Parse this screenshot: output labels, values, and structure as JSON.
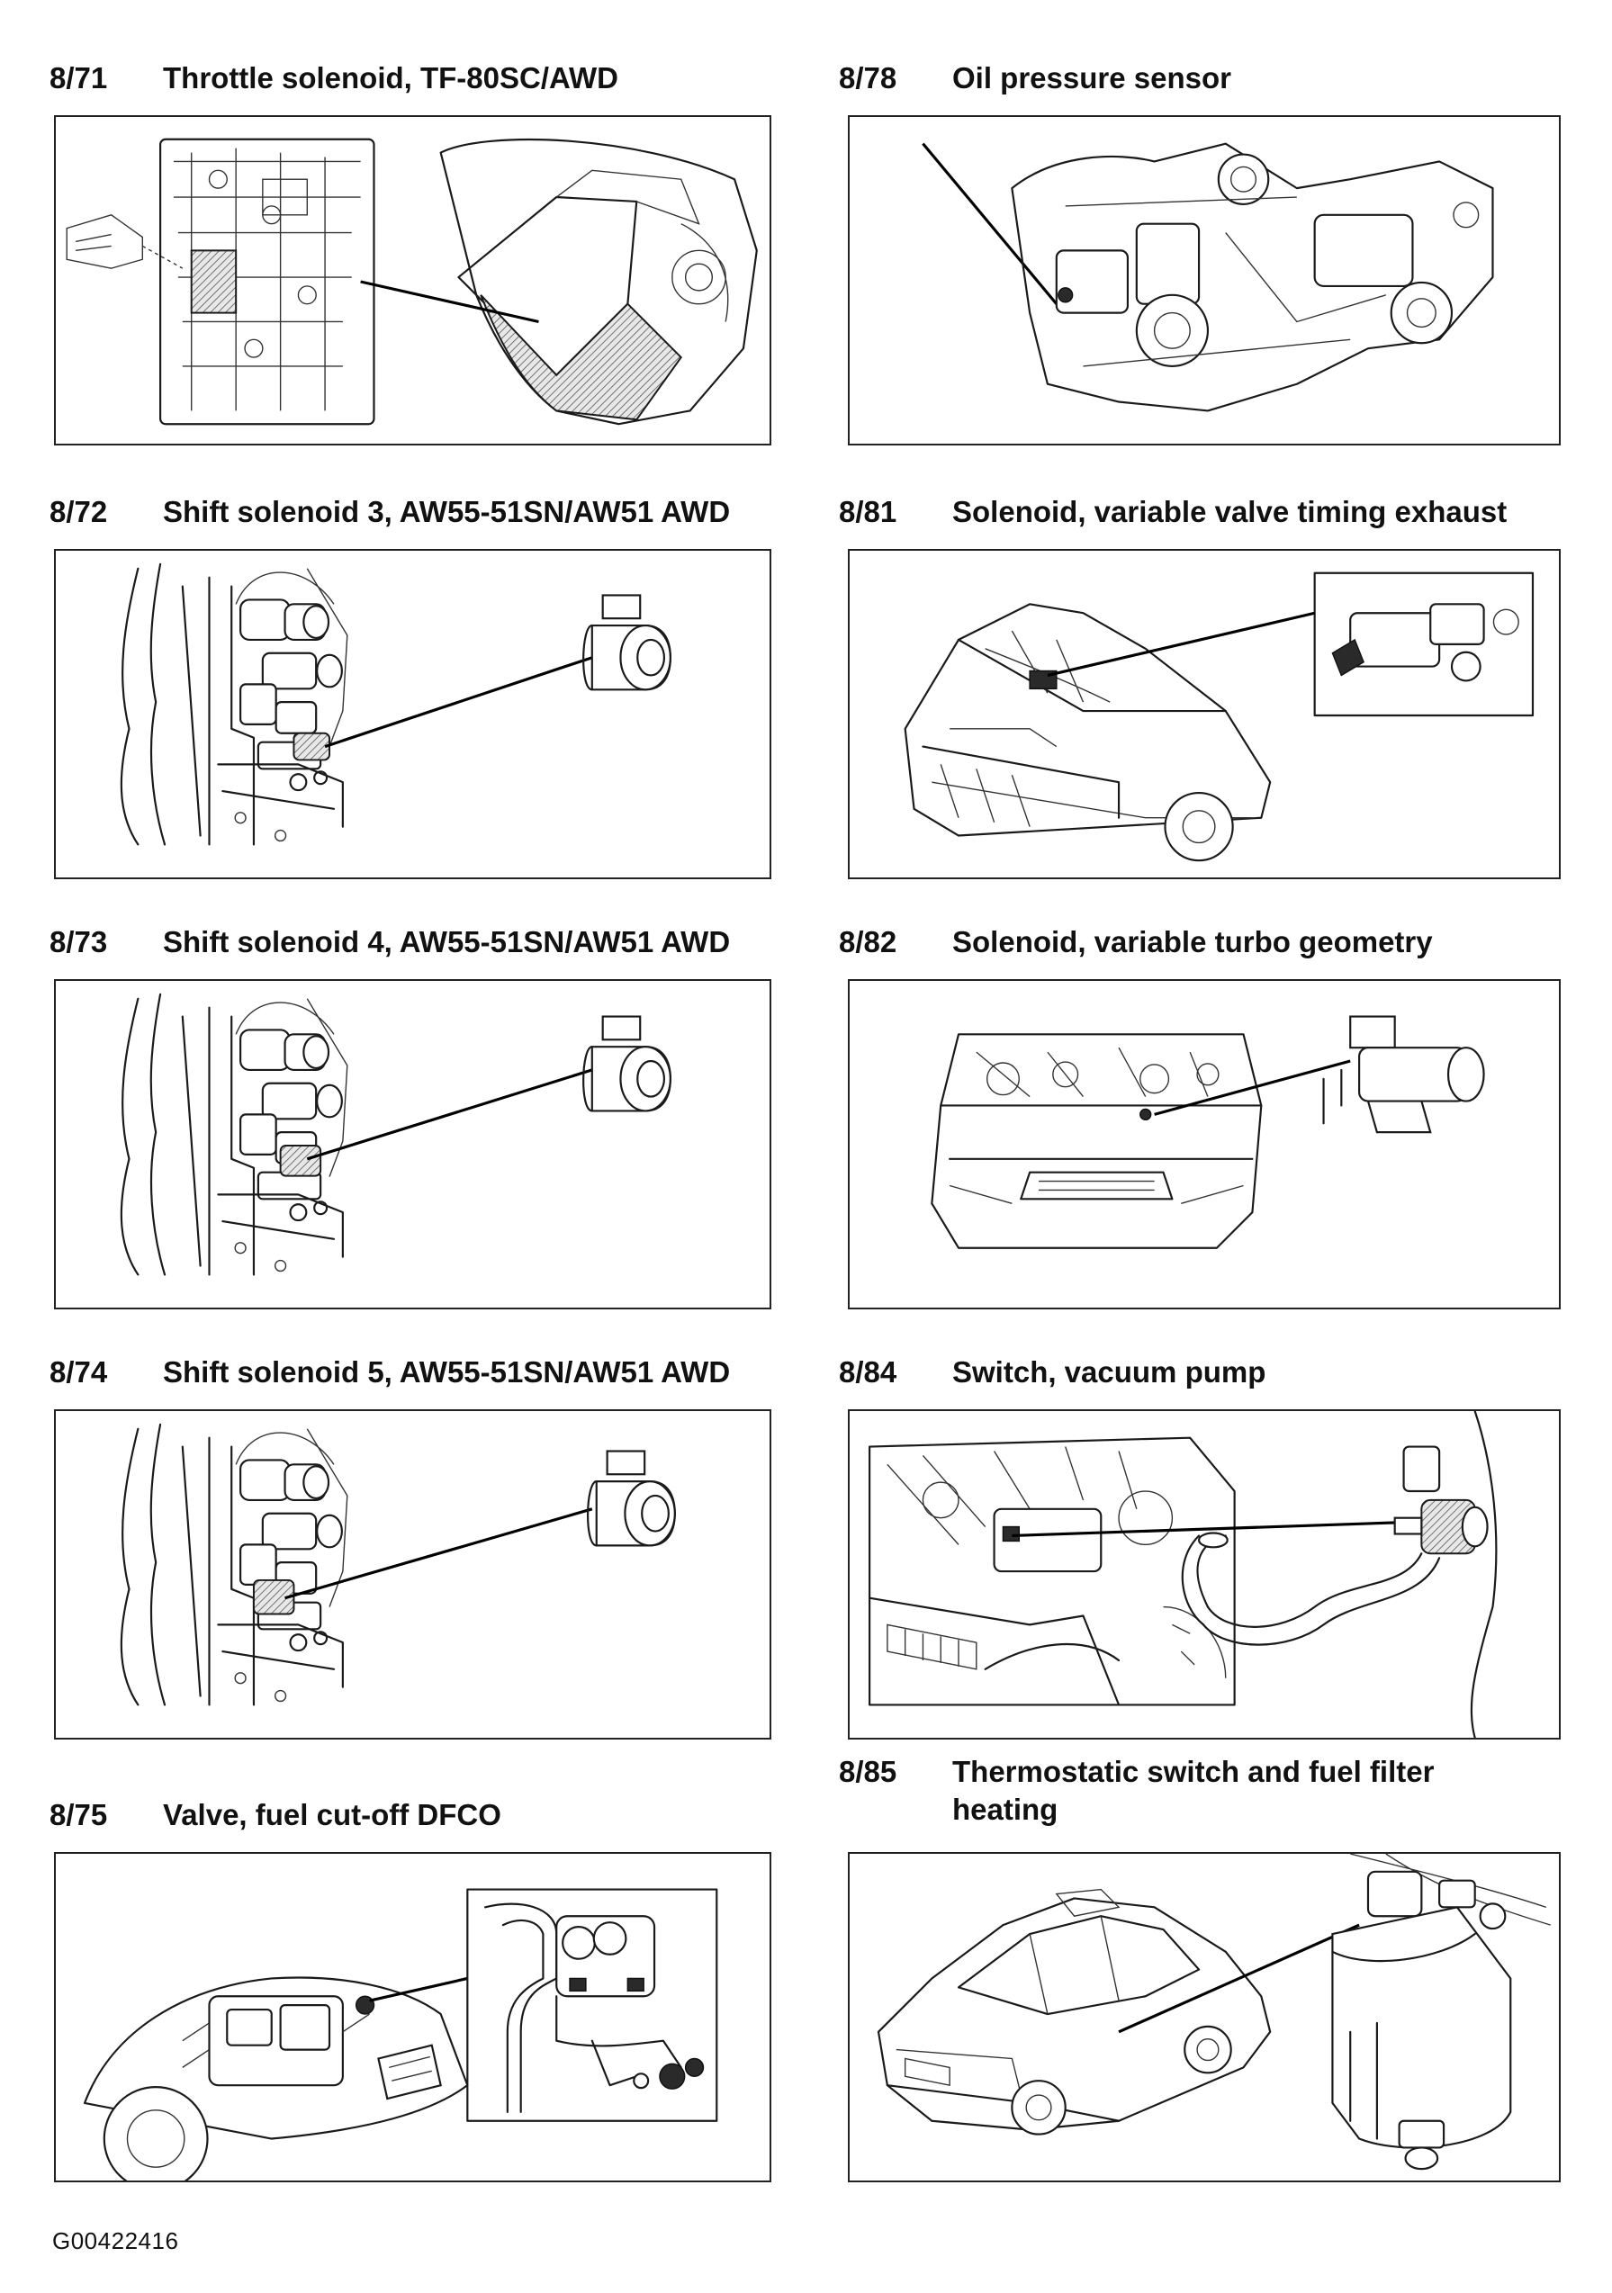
{
  "panels": [
    {
      "id": "8/71",
      "title": "Throttle solenoid, TF-80SC/AWD"
    },
    {
      "id": "8/78",
      "title": "Oil pressure sensor"
    },
    {
      "id": "8/72",
      "title": "Shift solenoid 3, AW55-51SN/AW51 AWD"
    },
    {
      "id": "8/81",
      "title": "Solenoid, variable valve timing exhaust"
    },
    {
      "id": "8/73",
      "title": "Shift solenoid 4, AW55-51SN/AW51 AWD"
    },
    {
      "id": "8/82",
      "title": "Solenoid, variable turbo geometry"
    },
    {
      "id": "8/74",
      "title": "Shift solenoid 5, AW55-51SN/AW51 AWD"
    },
    {
      "id": "8/84",
      "title": "Switch, vacuum pump"
    },
    {
      "id": "8/75",
      "title": "Valve, fuel cut-off DFCO"
    },
    {
      "id": "8/85",
      "title": "Thermostatic switch and fuel filter heating"
    }
  ],
  "figure_ref": "G00422416"
}
